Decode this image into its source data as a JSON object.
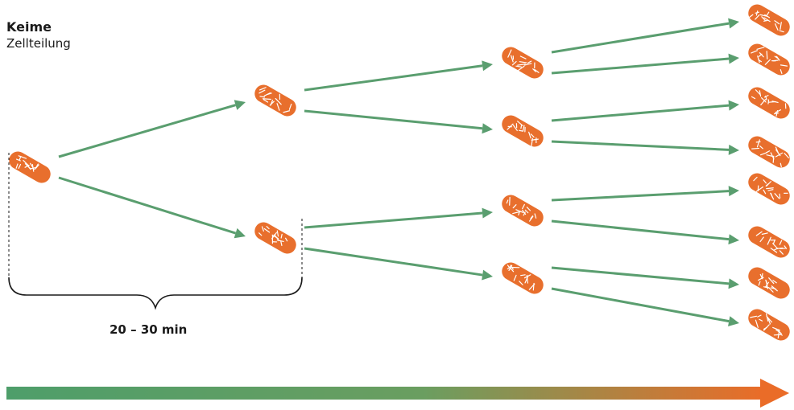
{
  "header": {
    "title": "Keime",
    "subtitle": "Zellteilung"
  },
  "duration_label": "20 – 30 min",
  "colors": {
    "arrow": "#5a9e6f",
    "bacterium": "#e86f2d",
    "bacterium_texture": "#ffffff",
    "timeline_start": "#4e9e6a",
    "timeline_end": "#ea6c28",
    "bracket": "#1a1a1a"
  },
  "diagram": {
    "generations": [
      1,
      2,
      4,
      8
    ],
    "bacteria_per_generation": "doubling",
    "timeline_arrow": "gradient green-to-orange, left to right"
  }
}
